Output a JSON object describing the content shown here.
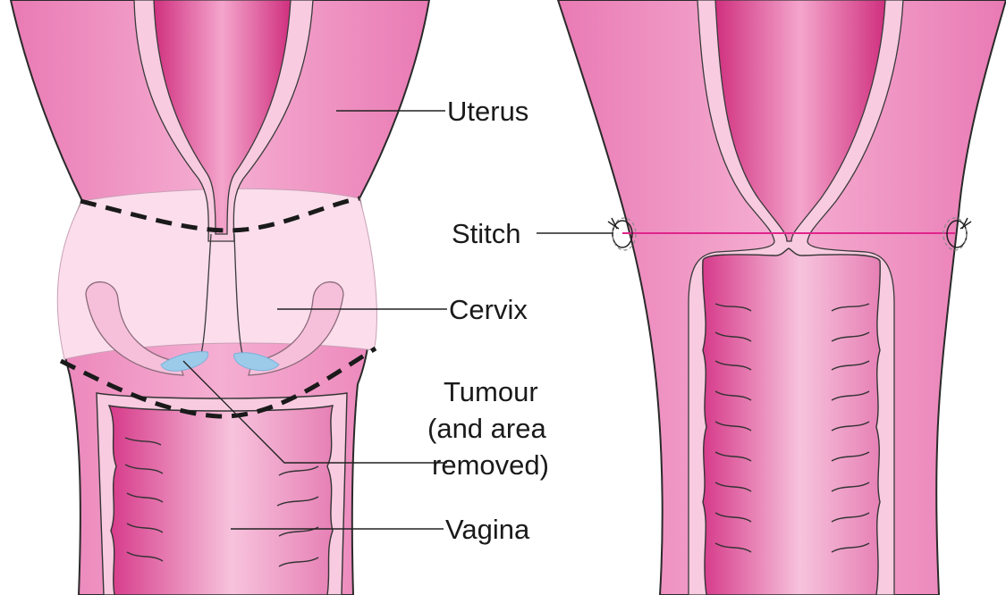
{
  "labels": {
    "uterus": "Uterus",
    "stitch": "Stitch",
    "cervix": "Cervix",
    "tumour_line1": "Tumour",
    "tumour_line2": "(and area",
    "tumour_line3": "removed)",
    "vagina": "Vagina"
  },
  "colors": {
    "tissue": "#EE8FC0",
    "tissue_light": "#F7BCD9",
    "cervix_region": "#FBDDEC",
    "lumen_dark": "#D83C8C",
    "lining": "#F8CBE0",
    "tumour": "#9CCBEA",
    "stitch_thread": "#E0248C"
  }
}
